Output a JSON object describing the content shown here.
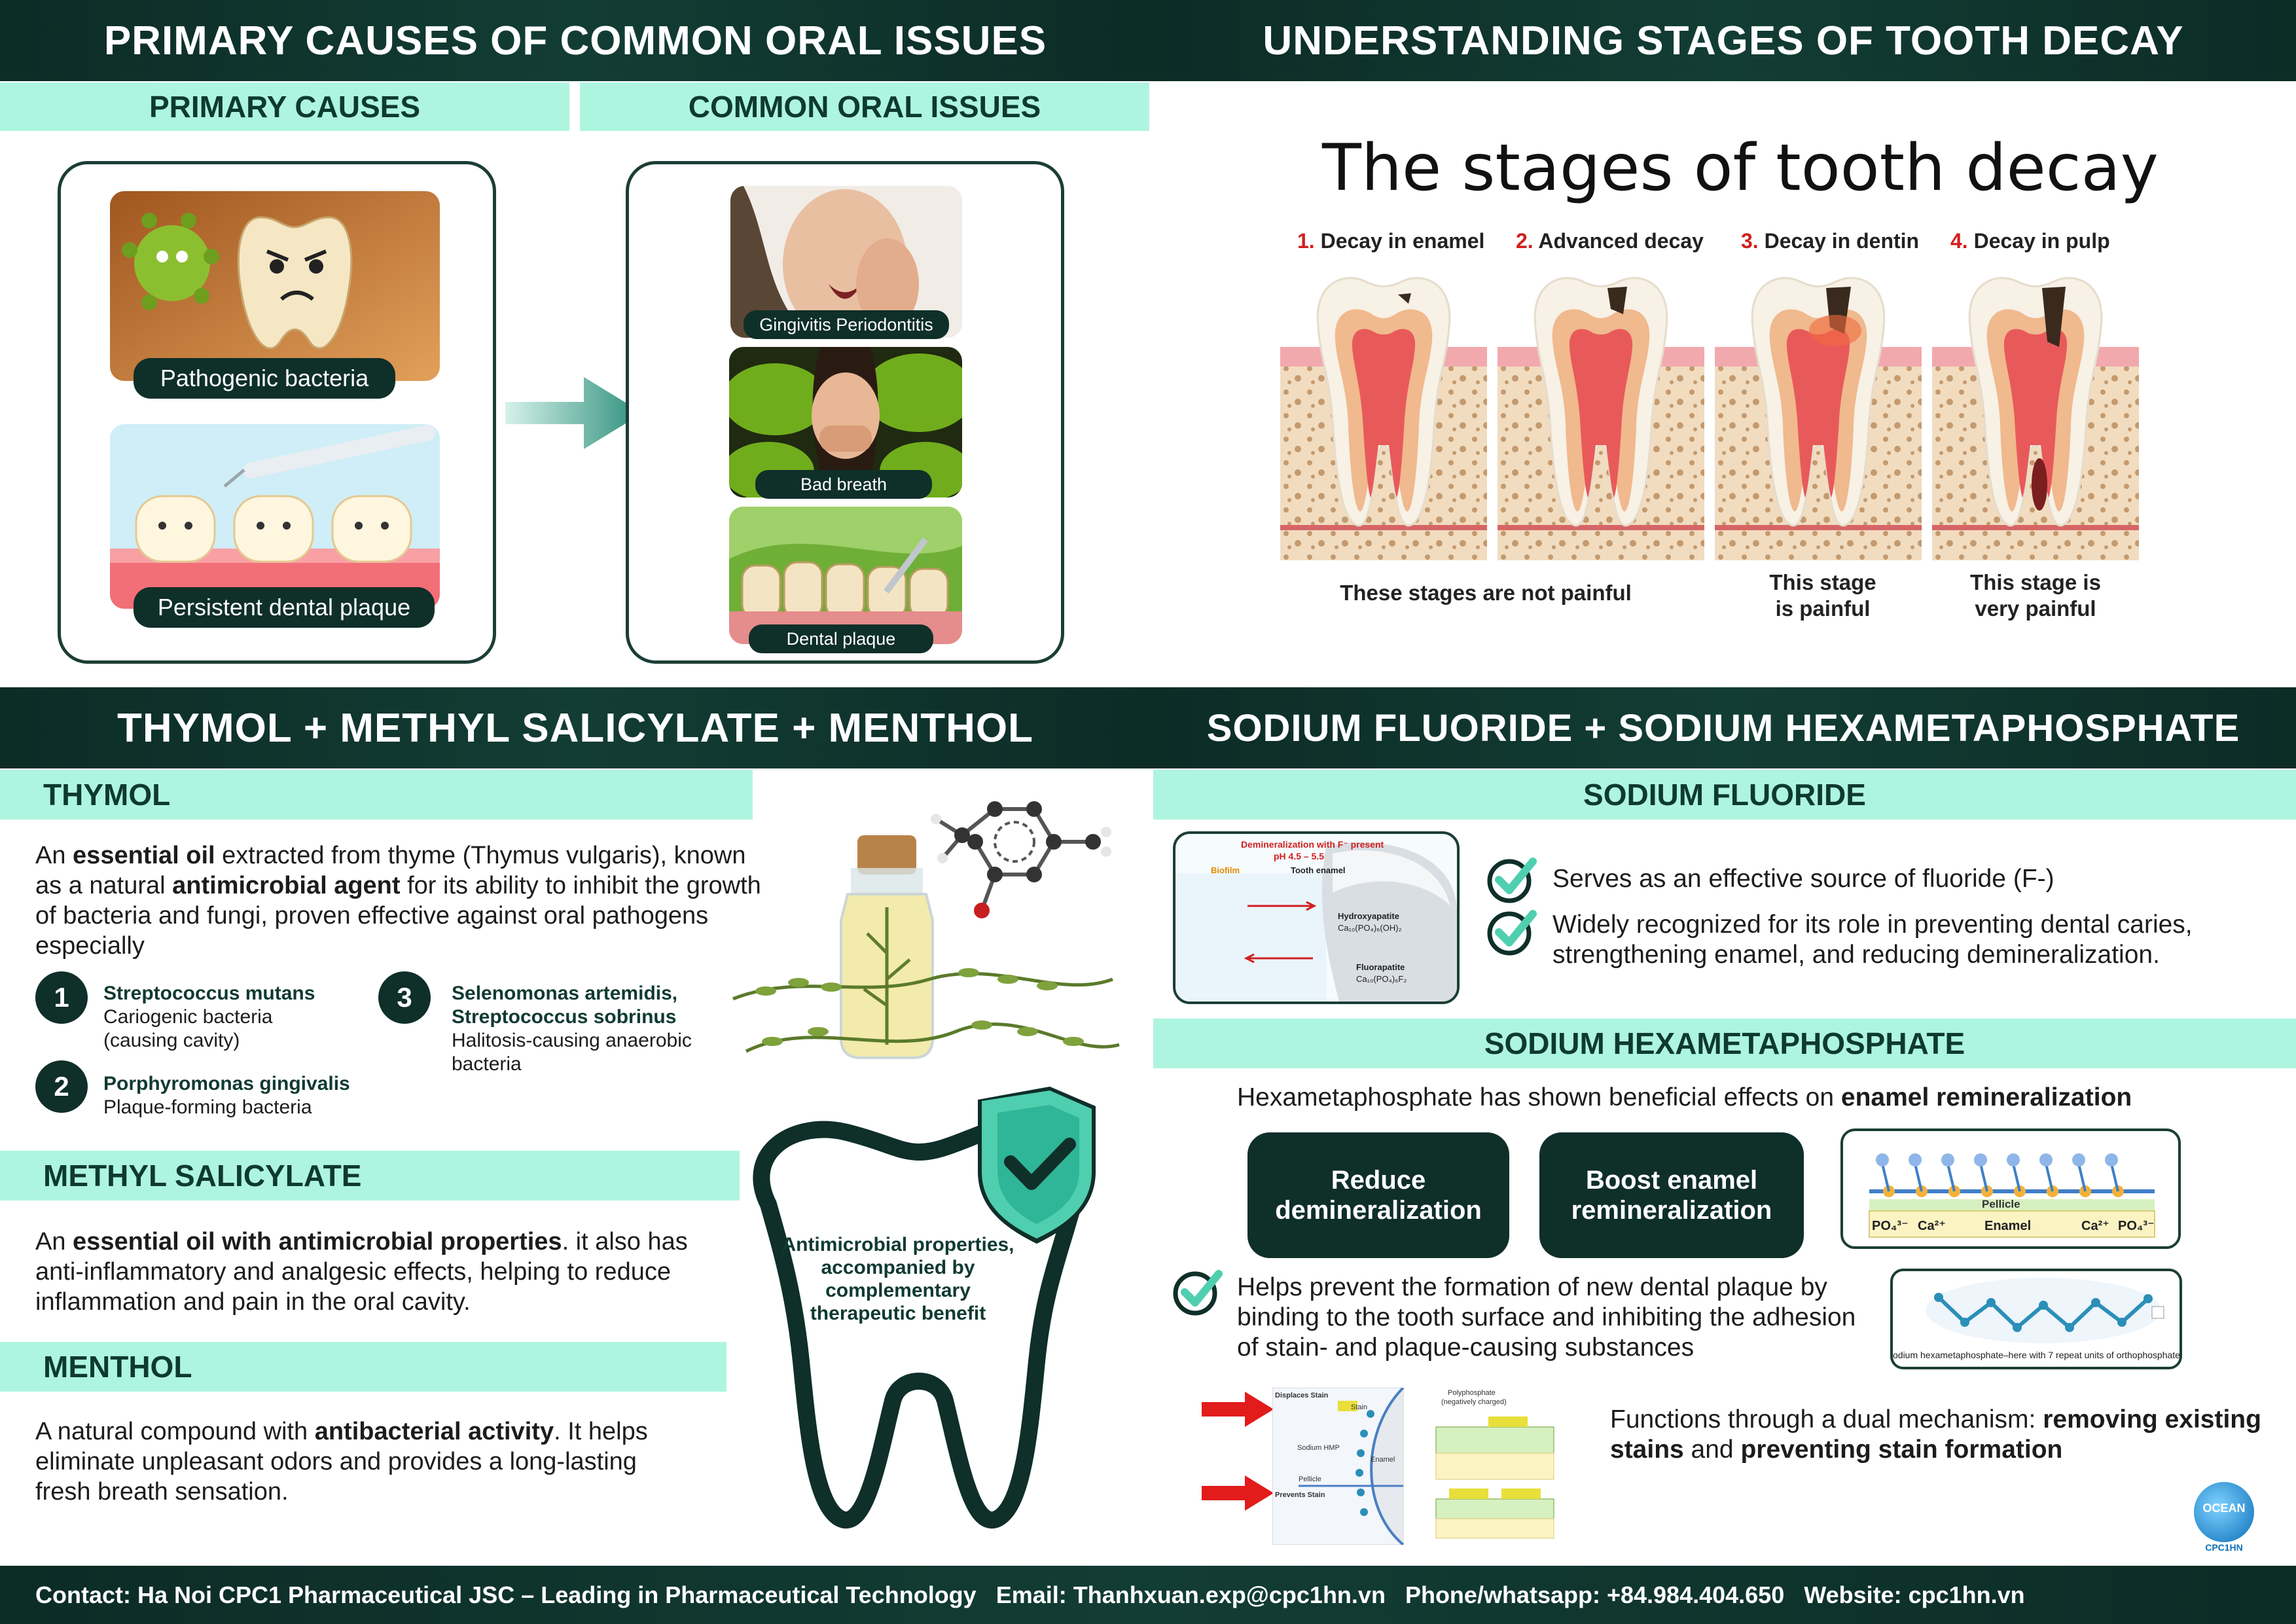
{
  "sections": {
    "causes_title": "PRIMARY CAUSES OF COMMON ORAL ISSUES",
    "decay_title": "UNDERSTANDING STAGES OF TOOTH DECAY",
    "thymol_title": "THYMOL + METHYL SALICYLATE + MENTHOL",
    "fluoride_title": "SODIUM FLUORIDE + SODIUM HEXAMETAPHOSPHATE"
  },
  "causes": {
    "primary_header": "PRIMARY CAUSES",
    "issues_header": "COMMON ORAL ISSUES",
    "primary_items": [
      "Pathogenic bacteria",
      "Persistent dental plaque"
    ],
    "issue_items": [
      "Gingivitis Periodontitis",
      "Bad breath",
      "Dental plaque"
    ]
  },
  "decay": {
    "title": "The stages of tooth decay",
    "stages": [
      {
        "num": "1.",
        "label": "Decay in enamel"
      },
      {
        "num": "2.",
        "label": "Advanced decay"
      },
      {
        "num": "3.",
        "label": "Decay in dentin"
      },
      {
        "num": "4.",
        "label": "Decay in pulp"
      }
    ],
    "note_not_painful": "These stages are not painful",
    "note_painful_1": "This stage",
    "note_painful_2": "is painful",
    "note_very_1": "This stage is",
    "note_very_2": "very painful"
  },
  "thymol": {
    "header": "THYMOL",
    "p1": "An ",
    "b1": "essential oil",
    "p2": " extracted from thyme (Thymus vulgaris), known as a natural ",
    "b2": "antimicrobial agent",
    "p3": " for its ability to inhibit the growth of bacteria and fungi, proven effective against oral pathogens especially",
    "items": [
      {
        "num": "1",
        "name": "Streptococcus mutans",
        "desc1": "Cariogenic bacteria",
        "desc2": "(causing cavity)"
      },
      {
        "num": "2",
        "name": "Porphyromonas gingivalis",
        "desc1": "Plaque-forming bacteria",
        "desc2": ""
      },
      {
        "num": "3",
        "name": "Selenomonas artemidis,",
        "name2": "Streptococcus sobrinus",
        "desc1": "Halitosis-causing anaerobic",
        "desc2": "bacteria"
      }
    ]
  },
  "methyl": {
    "header": "METHYL SALICYLATE",
    "p1": "An ",
    "b1": "essential oil with antimicrobial properties",
    "p2": ". it also has anti-inflammatory and analgesic effects, helping to reduce inflammation and pain in the oral cavity."
  },
  "menthol": {
    "header": "MENTHOL",
    "p1": "A natural compound with ",
    "b1": "antibacterial activity",
    "p2": ". It helps eliminate unpleasant odors and provides a long-lasting fresh breath sensation."
  },
  "tooth_shield": {
    "line1": "Antimicrobial properties,",
    "line2": "accompanied by",
    "line3": "complementary",
    "line4": "therapeutic benefit"
  },
  "fluoride": {
    "header": "SODIUM FLUORIDE",
    "point1": "Serves as an effective source of fluoride (F-)",
    "point2": "Widely recognized for its role in preventing dental caries, strengthening enamel, and reducing demineralization.",
    "diagram": {
      "title1": "Demineralization with F⁻ present",
      "title2": "pH 4.5 – 5.5",
      "biofilm": "Biofilm",
      "enamel": "Tooth enamel",
      "hydroxy": "Hydroxyapatite",
      "hydroxy_f": "Ca₁₀(PO₄)₆(OH)₂",
      "fluoro": "Fluorapatite",
      "fluoro_f": "Ca₁₀(PO₄)₆F₂"
    }
  },
  "hexa": {
    "header": "SODIUM HEXAMETAPHOSPHATE",
    "intro_p": "Hexametaphosphate has shown beneficial effects on ",
    "intro_b": "enamel remineralization",
    "box1_l1": "Reduce",
    "box1_l2": "demineralization",
    "box2_l1": "Boost enamel",
    "box2_l2": "remineralization",
    "point": "Helps prevent the formation of new dental plaque by binding to the tooth surface and inhibiting the adhesion of stain- and plaque-causing substances",
    "dual_p1": "Functions through a dual mechanism: ",
    "dual_b1": "removing existing stains",
    "dual_p2": " and ",
    "dual_b2": "preventing stain formation",
    "enamel_diagram": {
      "pellicle": "Pellicle",
      "enamel": "Enamel",
      "po4": "PO₄³⁻",
      "ca": "Ca²⁺"
    },
    "chain_caption": "odium hexametaphosphate–here with 7 repeat units of orthophosphate",
    "stain_diagram": {
      "displaces": "Displaces Stain",
      "prevents": "Prevents Stain",
      "stain": "Stain",
      "shmp": "Sodium HMP",
      "pellicle": "Pellicle",
      "enamel": "Enamel",
      "poly": "Polyphosphate",
      "poly2": "(negatively charged)"
    }
  },
  "logo": {
    "name": "OCEAN",
    "sub": "CPC1HN"
  },
  "footer": {
    "contact": "Contact: Ha Noi CPC1 Pharmaceutical JSC  – Leading in Pharmaceutical Technology",
    "email": "Email: Thanhxuan.exp@cpc1hn.vn",
    "phone": "Phone/whatsapp: +84.984.404.650",
    "website": "Website: cpc1hn.vn"
  },
  "colors": {
    "dark": "#0f2f29",
    "mint": "#aef5e0",
    "teal_arrow": "#2e8f7c",
    "red": "#d11f1f"
  }
}
